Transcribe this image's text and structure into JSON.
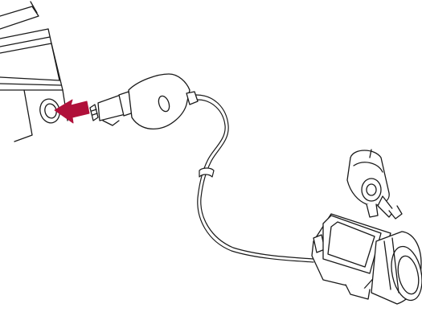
{
  "figure": {
    "kind": "line-art installation illustration",
    "elements": [
      "vehicle-dashboard-panel",
      "power-socket",
      "insert-direction-arrow",
      "cigarette-lighter-plug",
      "power-cable",
      "cable-tie",
      "dash-camera",
      "suction-cup-mount"
    ]
  },
  "colors": {
    "line": "#1a1a1a",
    "arrow": "#b0103a",
    "background": "#ffffff",
    "fill": "#ffffff"
  }
}
